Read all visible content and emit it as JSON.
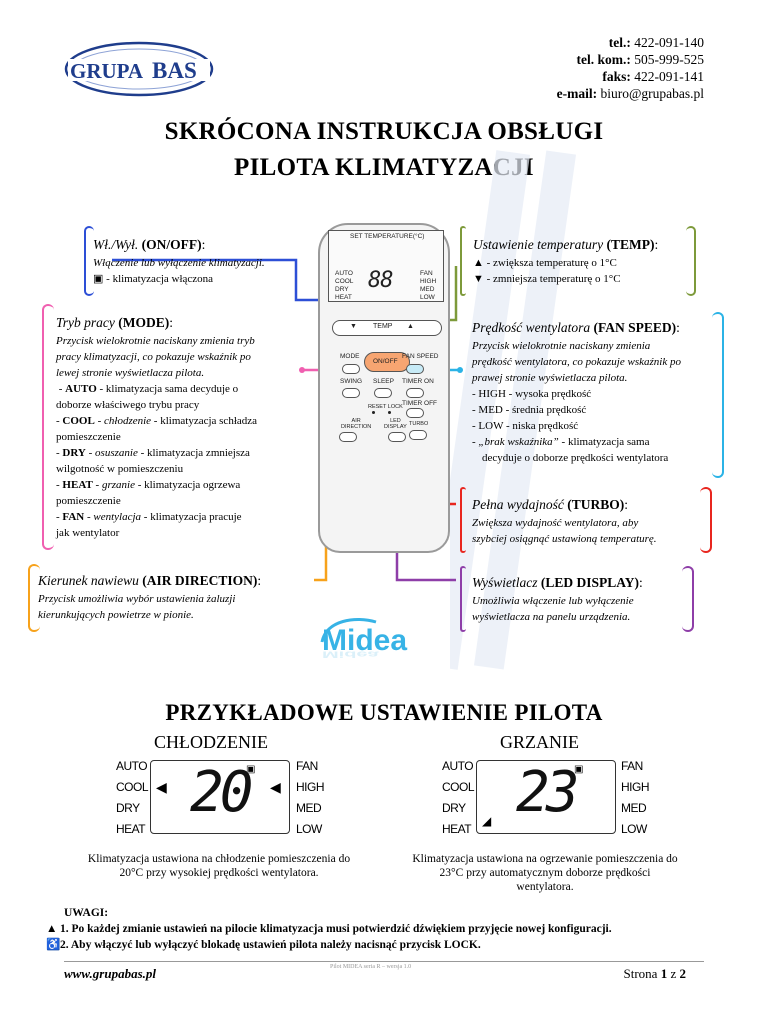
{
  "header": {
    "logo_text": "GRUPABAS",
    "logo_left": "GRUPA",
    "logo_right": "BAS",
    "contacts": [
      {
        "label": "tel.:",
        "value": "422-091-140"
      },
      {
        "label": "tel. kom.:",
        "value": "505-999-525"
      },
      {
        "label": "faks:",
        "value": "422-091-141"
      },
      {
        "label": "e-mail:",
        "value": "biuro@grupabas.pl"
      }
    ]
  },
  "title": {
    "line1": "SKRÓCONA INSTRUKCJA OBSŁUGI",
    "line2": "PILOTA KLIMATYZACJI"
  },
  "remote": {
    "set_temperature": "SET TEMPERATURE(°C)",
    "modes": [
      "AUTO",
      "COOL",
      "DRY",
      "HEAT"
    ],
    "fan": [
      "FAN",
      "HIGH",
      "MED",
      "LOW"
    ],
    "digits": "88",
    "temp_label": "TEMP",
    "btn_mode": "MODE",
    "btn_onoff": "ON/OFF",
    "btn_fan_speed": "FAN SPEED",
    "btn_swing": "SWING",
    "btn_sleep": "SLEEP",
    "btn_timer_on": "TIMER ON",
    "btn_reset_lock": "RESET LOCK",
    "btn_timer_off": "TIMER OFF",
    "btn_air_direction_1": "AIR",
    "btn_air_direction_2": "DIRECTION",
    "btn_led_display_1": "LED",
    "btn_led_display_2": "DISPLAY",
    "btn_turbo": "TURBO",
    "brand": "Midea"
  },
  "callouts": {
    "onoff": {
      "head_italic": "Wł./Wył.",
      "head_bold": "(ON/OFF)",
      "head_colon": ":",
      "desc": "Włączenie lub wyłączenie klimatyzacji.",
      "line": "- klimatyzacja włączona"
    },
    "mode": {
      "head_italic": "Tryb pracy",
      "head_bold": "(MODE)",
      "head_colon": ":",
      "desc1": "Przycisk wielokrotnie naciskany zmienia tryb",
      "desc2": "pracy klimatyzacji, co pokazuje wskaźnik po",
      "desc3": "lewej stronie wyświetlacza pilota.",
      "auto_key": "AUTO",
      "auto_text": " - klimatyzacja sama decyduje o",
      "auto_text2": "doborze właściwego trybu pracy",
      "cool_key": "COOL",
      "cool_it": "chłodzenie",
      "cool_text": " - klimatyzacja schładza",
      "cool_text2": "pomieszczenie",
      "dry_key": "DRY",
      "dry_it": "osuszanie",
      "dry_text": " - klimatyzacja zmniejsza",
      "dry_text2": "wilgotność w pomieszczeniu",
      "heat_key": "HEAT",
      "heat_it": "grzanie",
      "heat_text": " - klimatyzacja ogrzewa",
      "heat_text2": "pomieszczenie",
      "fan_key": "FAN",
      "fan_it": "wentylacja",
      "fan_text": " - klimatyzacja pracuje",
      "fan_text2": "jak wentylator"
    },
    "air": {
      "head_italic": "Kierunek nawiewu",
      "head_bold": "(AIR DIRECTION)",
      "head_colon": ":",
      "desc1": "Przycisk umożliwia wybór ustawienia żaluzji",
      "desc2": "kierunkujących powietrze w pionie."
    },
    "temp": {
      "head_italic": "Ustawienie temperatury",
      "head_bold": "(TEMP)",
      "head_colon": ":",
      "line1": "▲ - zwiększa temperaturę o 1°C",
      "line2": "▼ - zmniejsza temperaturę o 1°C"
    },
    "fan": {
      "head_italic": "Prędkość wentylatora",
      "head_bold": "(FAN SPEED)",
      "head_colon": ":",
      "desc1": "Przycisk wielokrotnie naciskany zmienia",
      "desc2": "prędkość wentylatora, co pokazuje wskaźnik po",
      "desc3": "prawej stronie wyświetlacza pilota.",
      "l1": "- HIGH - wysoka prędkość",
      "l2": "- MED - średnia prędkość",
      "l3": "- LOW - niska prędkość",
      "l4_it": "- „brak wskaźnika”",
      "l4": " - klimatyzacja sama",
      "l5": "decyduje o doborze prędkości wentylatora"
    },
    "turbo": {
      "head_italic": "Pełna wydajność",
      "head_bold": "(TURBO)",
      "head_colon": ":",
      "desc1": "Zwiększa wydajność wentylatora, aby",
      "desc2": "szybciej osiągnąć ustawioną temperaturę."
    },
    "led": {
      "head_italic": "Wyświetlacz",
      "head_bold": "(LED DISPLAY)",
      "head_colon": ":",
      "desc1": "Umożliwia włączenie lub wyłączenie",
      "desc2": "wyświetlacza na panelu urządzenia."
    }
  },
  "examples": {
    "title": "PRZYKŁADOWE USTAWIENIE PILOTA",
    "cooling": {
      "label": "CHŁODZENIE",
      "modes": [
        "AUTO",
        "COOL",
        "DRY",
        "HEAT"
      ],
      "fan": [
        "FAN",
        "HIGH",
        "MED",
        "LOW"
      ],
      "temp": "20",
      "caption1": "Klimatyzacja ustawiona na chłodzenie pomieszczenia do",
      "caption2": "20°C przy wysokiej prędkości wentylatora."
    },
    "heating": {
      "label": "GRZANIE",
      "modes": [
        "AUTO",
        "COOL",
        "DRY",
        "HEAT"
      ],
      "fan": [
        "FAN",
        "HIGH",
        "MED",
        "LOW"
      ],
      "temp": "23",
      "caption1": "Klimatyzacja ustawiona na ogrzewanie pomieszczenia do",
      "caption2": "23°C przy automatycznym doborze prędkości",
      "caption3": "wentylatora."
    }
  },
  "notes": {
    "title": "UWAGI:",
    "n1": "1. Po każdej zmianie ustawień na pilocie klimatyzacja musi potwierdzić dźwiękiem przyjęcie nowej konfiguracji.",
    "n2": "2. Aby włączyć lub wyłączyć blokadę ustawień pilota należy nacisnąć przycisk LOCK."
  },
  "footer": {
    "url": "www.grupabas.pl",
    "doc_ref": "Pilot MIDEA seria R – wersja 1.0",
    "page_word": "Strona",
    "page_num": "1",
    "page_of": "z",
    "page_total": "2"
  },
  "colors": {
    "blue": "#2d4fd6",
    "pink": "#f05fb0",
    "orange": "#f7a21b",
    "olive": "#7d9a3a",
    "cyan": "#2bb3e6",
    "red": "#e8261f",
    "purple": "#8e3ea8",
    "logo_blue": "#1f3d8c",
    "btn_orange": "#f7a571",
    "btn_cyan": "#c7ebf7"
  }
}
